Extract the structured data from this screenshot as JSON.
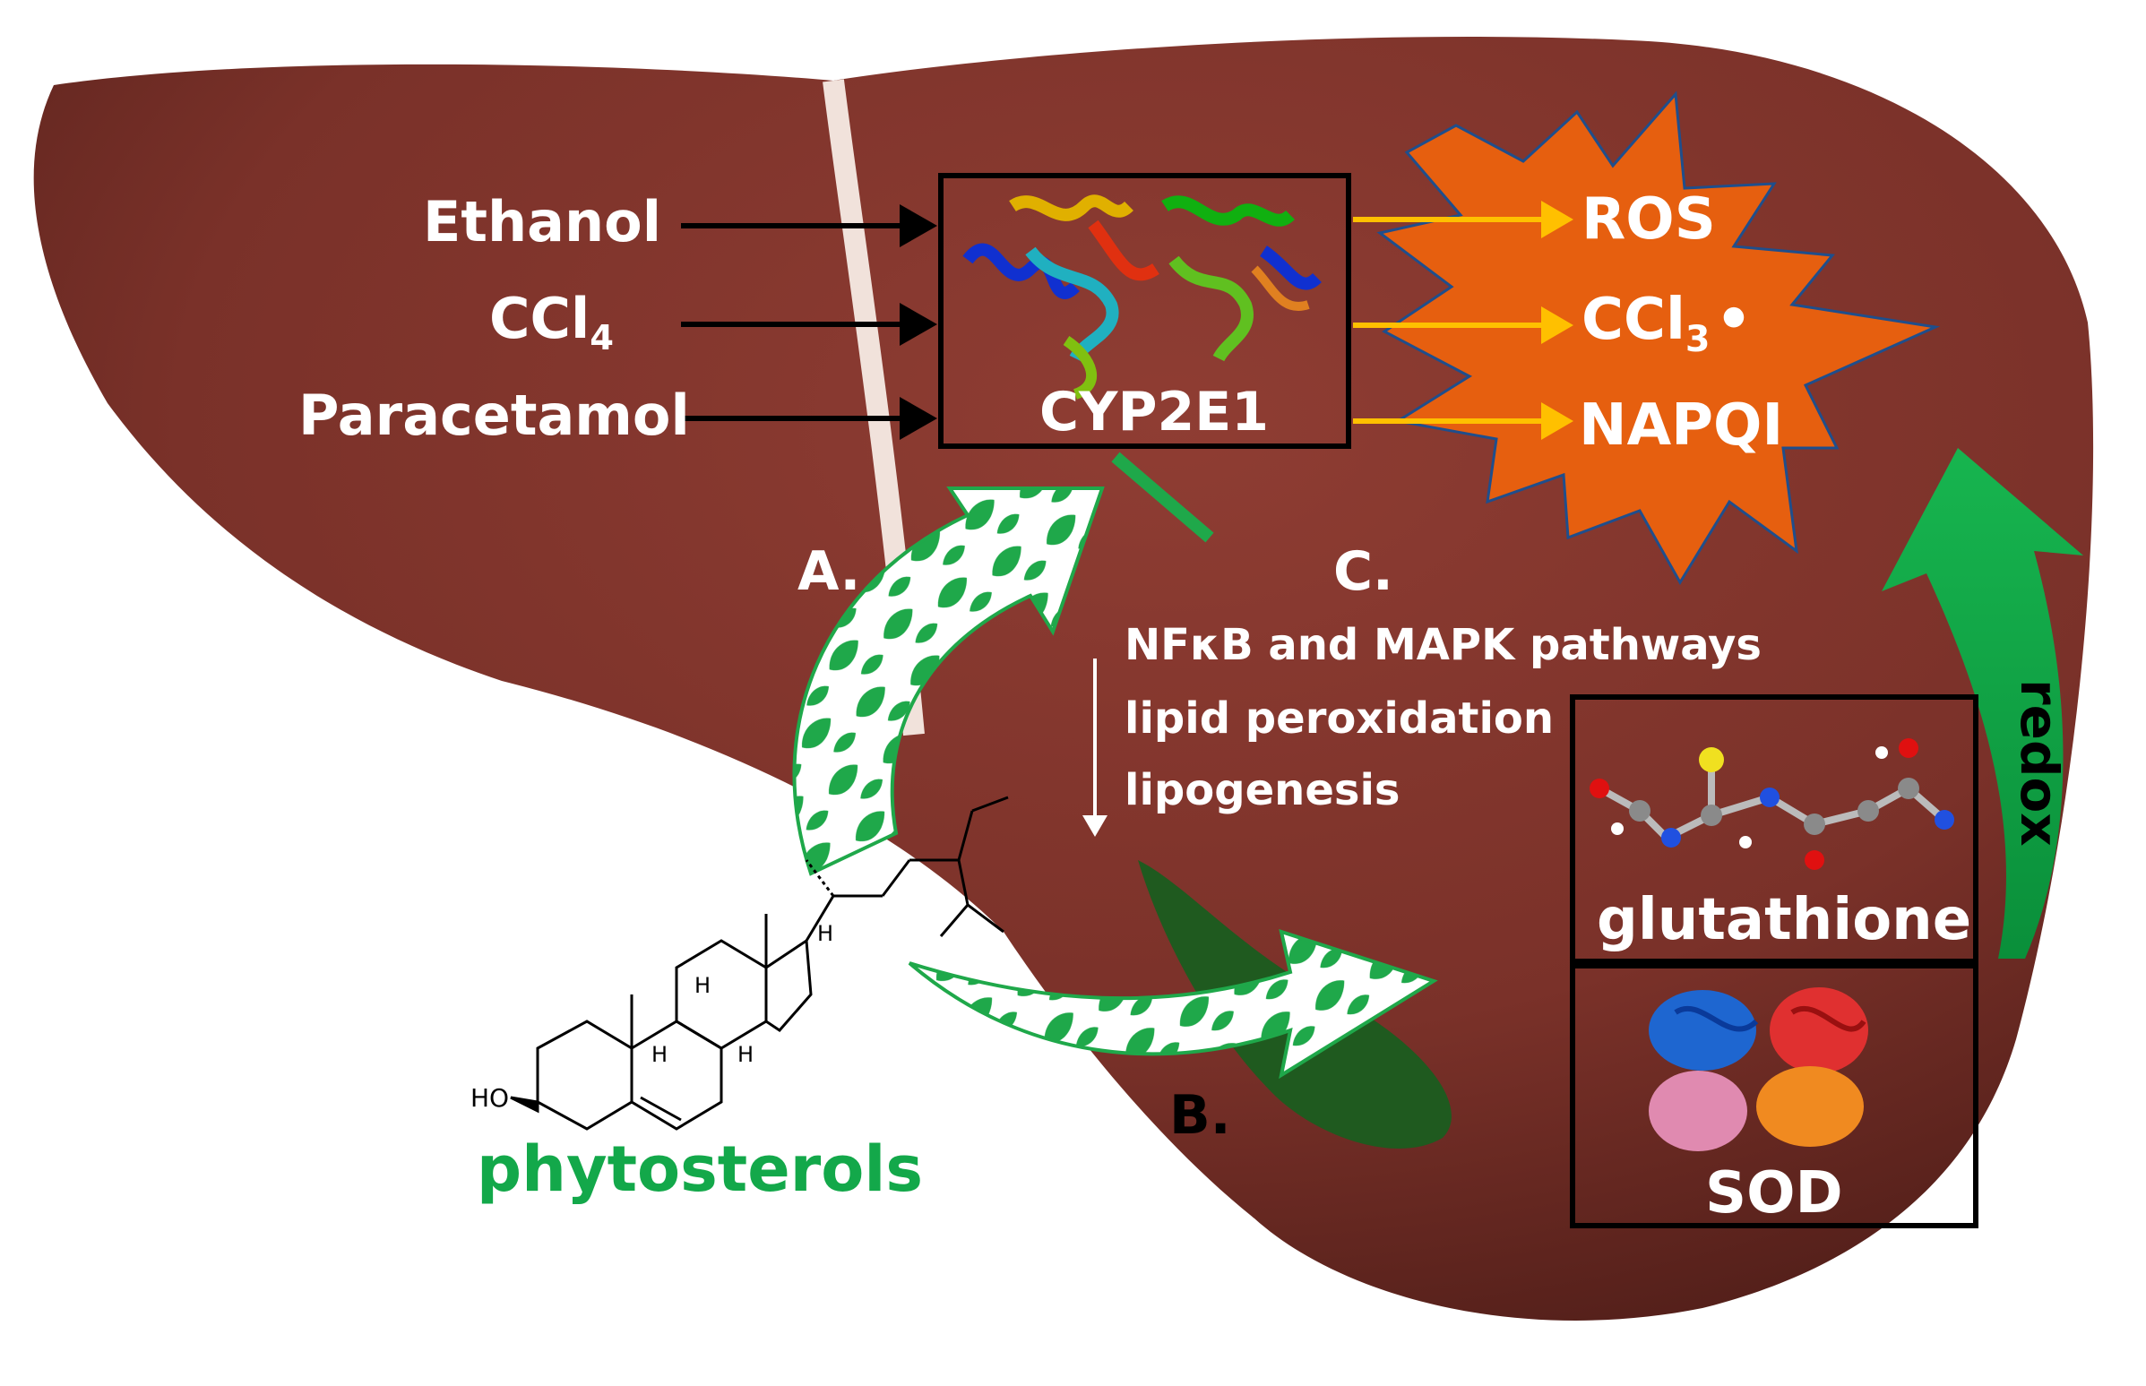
{
  "inputs": {
    "ethanol": "Ethanol",
    "ccl4_main": "CCl",
    "ccl4_sub": "4",
    "paracetamol": "Paracetamol"
  },
  "enzyme": {
    "label": "CYP2E1"
  },
  "products": {
    "ros": "ROS",
    "ccl3_main": "CCl",
    "ccl3_sub": "3",
    "ccl3_dot": "•",
    "napqi": "NAPQI"
  },
  "markers": {
    "a": "A.",
    "b": "B.",
    "c": "C."
  },
  "pathways": [
    "NFκB and MAPK pathways",
    "lipid peroxidation",
    "lipogenesis"
  ],
  "antioxidants": {
    "glutathione": "glutathione",
    "sod": "SOD"
  },
  "side_label": "redox",
  "molecule": {
    "name": "phytosterols",
    "ho": "HO",
    "h": "H"
  },
  "colors": {
    "liver": "#7a3129",
    "burst": "#e65f0f",
    "burst_outline": "#1f4e8c",
    "product_arrow": "#ffc000",
    "leaf_green": "#1fa84a",
    "redox_arrow": "#0fb04a",
    "phytosterol_text": "#13a84a"
  }
}
